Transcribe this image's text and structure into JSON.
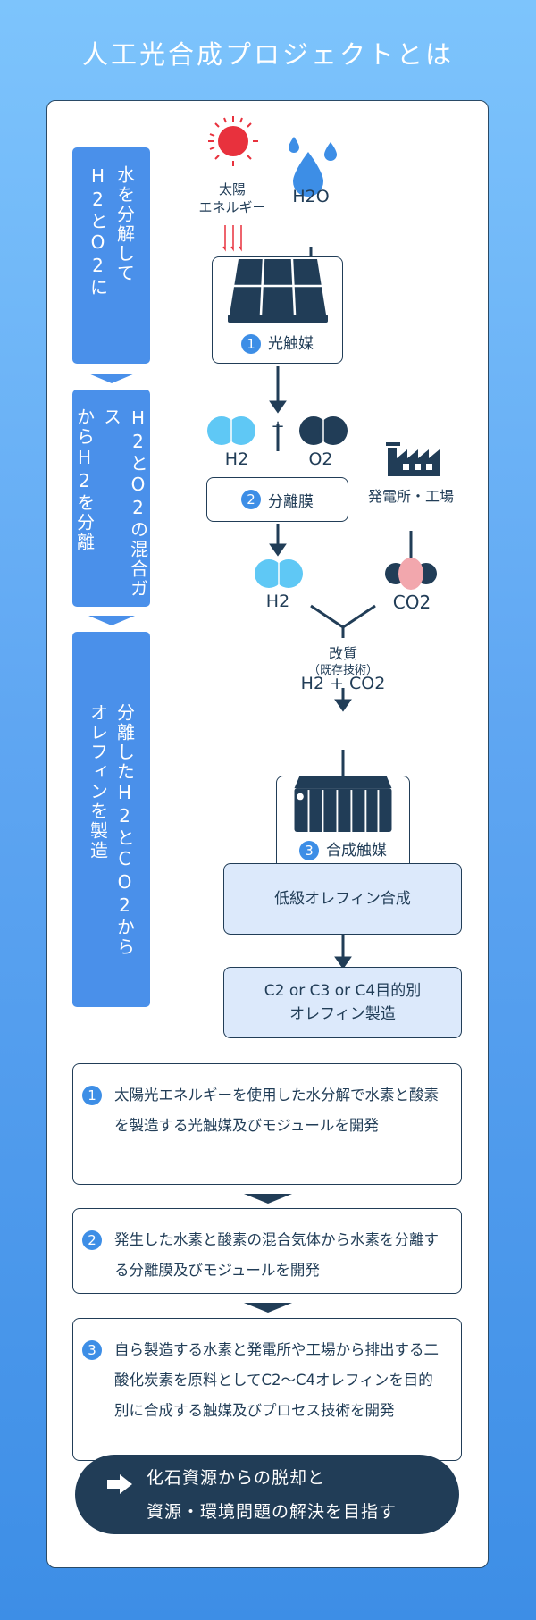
{
  "title": "人工光合成プロジェクトとは",
  "stages": [
    {
      "col1": "水を分解して",
      "col2": "H2とO2に"
    },
    {
      "col1": "H2とO2の混合ガス",
      "col2": "からH2を分離"
    },
    {
      "col1": "分離したH2とCO2から",
      "col2": "オレフィンを製造"
    }
  ],
  "diagram": {
    "sun_label_1": "太陽",
    "sun_label_2": "エネルギー",
    "water_label": "H2O",
    "step1": {
      "num": "1",
      "label": "光触媒"
    },
    "h2": "H2",
    "plus": "+",
    "o2": "O2",
    "step2": {
      "num": "2",
      "label": "分離膜"
    },
    "factory_label": "発電所・工場",
    "h2_b": "H2",
    "co2": "CO2",
    "reform": "改質",
    "reform_note": "（既存技術）",
    "mix": "H2 + CO2",
    "step3": {
      "num": "3",
      "label": "合成触媒"
    },
    "olefin_synth": "低級オレフィン合成",
    "product_1": "C2 or C3 or C4目的別",
    "product_2": "オレフィン製造"
  },
  "descriptions": [
    {
      "num": "1",
      "text": "太陽光エネルギーを使用した水分解で水素と酸素を製造する光触媒及びモジュールを開発"
    },
    {
      "num": "2",
      "text": "発生した水素と酸素の混合気体から水素を分離する分離膜及びモジュールを開発"
    },
    {
      "num": "3",
      "text": "自ら製造する水素と発電所や工場から排出する二酸化炭素を原料としてC2～C4オレフィンを目的別に合成する触媒及びプロセス技術を開発"
    }
  ],
  "goal": {
    "line1": "化石資源からの脱却と",
    "line2": "資源・環境問題の解決を目指す"
  },
  "colors": {
    "navy": "#213d57",
    "blue": "#4a90ea",
    "h2": "#5fc8f5",
    "co2_center": "#f2a7ad",
    "sun": "#e8313d"
  }
}
